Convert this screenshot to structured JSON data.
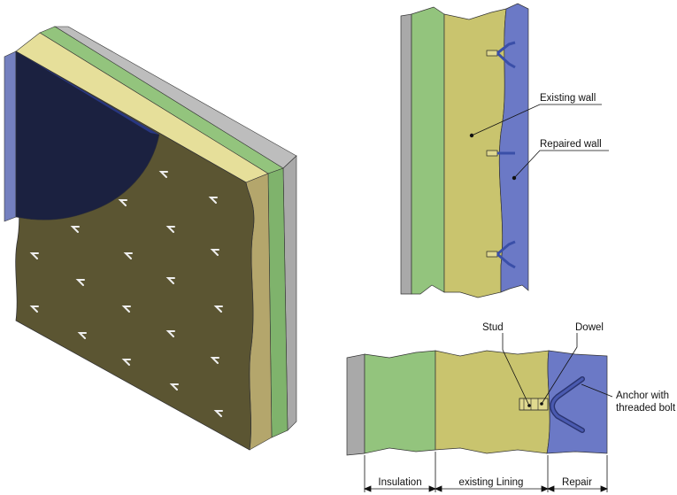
{
  "labels": {
    "existing_wall": "Existing wall",
    "repaired_wall": "Repaired wall",
    "stud": "Stud",
    "dowel": "Dowel",
    "anchor_line1": "Anchor with",
    "anchor_line2": "threaded bolt",
    "insulation": "Insulation",
    "existing_lining": "existing Lining",
    "repair": "Repair"
  },
  "colors": {
    "gray_layer": "#a9a9a9",
    "green_layer": "#93c47d",
    "yellow_layer": "#c9c46e",
    "blue_layer": "#6b79c6",
    "dark_face": "#5b5532",
    "navy_patch": "#1b2140",
    "side_face": "#b4a66c"
  }
}
